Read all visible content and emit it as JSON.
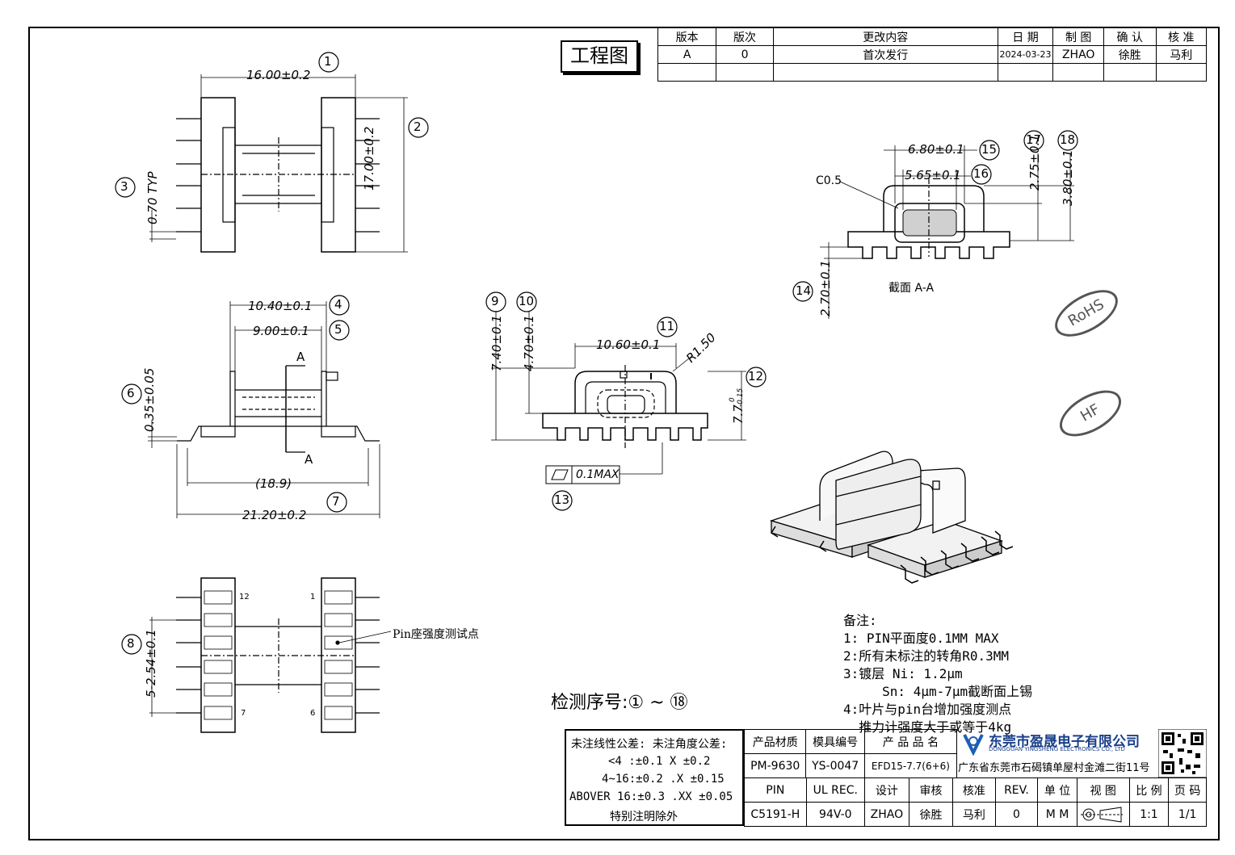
{
  "stamp_label": "工程图",
  "revision_table": {
    "headers": [
      "版本",
      "版次",
      "更改内容",
      "日 期",
      "制 图",
      "确 认",
      "核 准"
    ],
    "rows": [
      [
        "A",
        "0",
        "首次发行",
        "2024-03-23",
        "ZHAO",
        "徐胜",
        "马利"
      ]
    ]
  },
  "top_view": {
    "dim_width": "16.00±0.2",
    "dim_height": "17.00±0.2",
    "dim_pin": "0.70 TYP",
    "balloons": [
      "1",
      "2",
      "3"
    ]
  },
  "side_view": {
    "dim_a": "10.40±0.1",
    "dim_b": "9.00±0.1",
    "dim_c": "0.35±0.05",
    "dim_d": "(18.9)",
    "dim_e": "21.20±0.2",
    "section_mark": "A",
    "balloons": [
      "4",
      "5",
      "6",
      "7"
    ]
  },
  "bottom_view": {
    "pin_top_left": "12",
    "pin_top_right": "1",
    "pin_bottom_left": "7",
    "pin_bottom_right": "6",
    "dim_pitch": "5-2.54±0.1",
    "pin_test_label": "Pin座强度测试点",
    "balloon": "8"
  },
  "front_view": {
    "dim_h1": "7.40±0.1",
    "dim_h2": "4.70±0.1",
    "dim_w": "10.60±0.1",
    "dim_r": "R1.50",
    "dim_total": "7.7",
    "dim_total_tol_top": "0",
    "dim_total_tol_bottom": "-0.15",
    "flatness": "0.1MAX",
    "balloons": [
      "9",
      "10",
      "11",
      "12",
      "13"
    ]
  },
  "section_view": {
    "dim_outer": "6.80±0.1",
    "dim_inner": "5.65±0.1",
    "dim_chamfer": "C0.5",
    "dim_h1": "2.75±0.1",
    "dim_h2": "3.80±0.1",
    "dim_base": "2.70±0.1",
    "title": "截面 A-A",
    "balloons": [
      "14",
      "15",
      "16",
      "17",
      "18"
    ]
  },
  "seals": [
    "RoHS",
    "HF"
  ],
  "notes": {
    "title": "备注:",
    "lines": [
      "1: PIN平面度0.1MM MAX",
      "2:所有未标注的转角R0.3MM",
      "3:镀层 Ni: 1.2μm",
      "     Sn: 4μm-7μm截断面上锡",
      "4:叶片与pin台增加强度测点",
      "  推力计强度大于或等于4kg"
    ]
  },
  "inspection_seq": "检测序号:① ~ ⑱",
  "tolerance_block": {
    "title": "未注线性公差:  未注角度公差:",
    "line1": "<4 :±0.1  X ±0.2",
    "line2": "4~16:±0.2 .X ±0.15",
    "line3": "ABOVER 16:±0.3 .XX ±0.05",
    "line4": "特别注明除外"
  },
  "title_block": {
    "row1_labels": [
      "产品材质",
      "模具编号",
      "产 品 品 名"
    ],
    "row1_values": [
      "PM-9630",
      "YS-0047",
      "EFD15-7.7(6+6)"
    ],
    "row2_labels": [
      "PIN",
      "UL REC.",
      "设计",
      "审核",
      "核准",
      "REV.",
      "单 位",
      "视 图",
      "比 例",
      "页 码"
    ],
    "row2_values": [
      "C5191-H",
      "94V-0",
      "ZHAO",
      "徐胜",
      "马利",
      "0",
      "M M",
      "",
      "1:1",
      "1/1"
    ]
  },
  "company": {
    "name": "东莞市盈晟电子有限公司",
    "name_en": "DONGGUAN YINGSHENG ELECTRONICS CO., LTD",
    "address": "广东省东莞市石碣镇单屋村金滩二街11号"
  }
}
